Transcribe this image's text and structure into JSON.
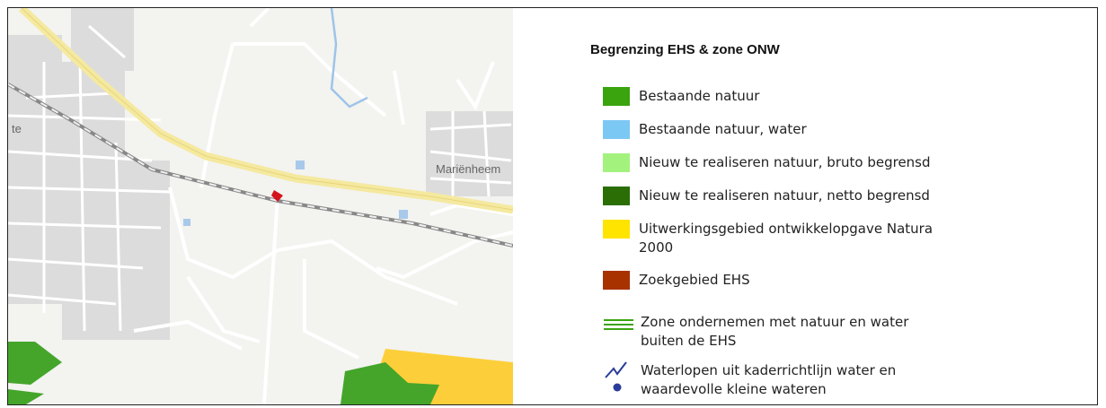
{
  "map": {
    "place_labels": [
      "Mariënheem",
      "te"
    ],
    "marker_color": "#d4141c"
  },
  "legend": {
    "title": "Begrenzing EHS & zone ONW",
    "items": [
      {
        "label": "Bestaande natuur",
        "color": "#3aa40f",
        "symbol": "swatch"
      },
      {
        "label": "Bestaande natuur, water",
        "color": "#7cc8f4",
        "symbol": "swatch"
      },
      {
        "label": "Nieuw te realiseren natuur, bruto begrensd",
        "color": "#a4f27e",
        "symbol": "swatch"
      },
      {
        "label": "Nieuw te realiseren natuur, netto begrensd",
        "color": "#2a6e05",
        "symbol": "swatch"
      },
      {
        "label": "Uitwerkingsgebied ontwikkelopgave Natura\n2000",
        "color": "#ffe400",
        "symbol": "swatch"
      },
      {
        "label": "Zoekgebied EHS",
        "color": "#a83200",
        "symbol": "swatch"
      },
      {
        "label": "Zone ondernemen met natuur en water\nbuiten de EHS",
        "color": "#3aa40f",
        "symbol": "triple-line-icon"
      },
      {
        "label": "Waterlopen uit kaderrichtlijn water en\nwaardevolle kleine wateren",
        "color": "#2a3c9a",
        "symbol": "waterway-icon"
      }
    ]
  }
}
